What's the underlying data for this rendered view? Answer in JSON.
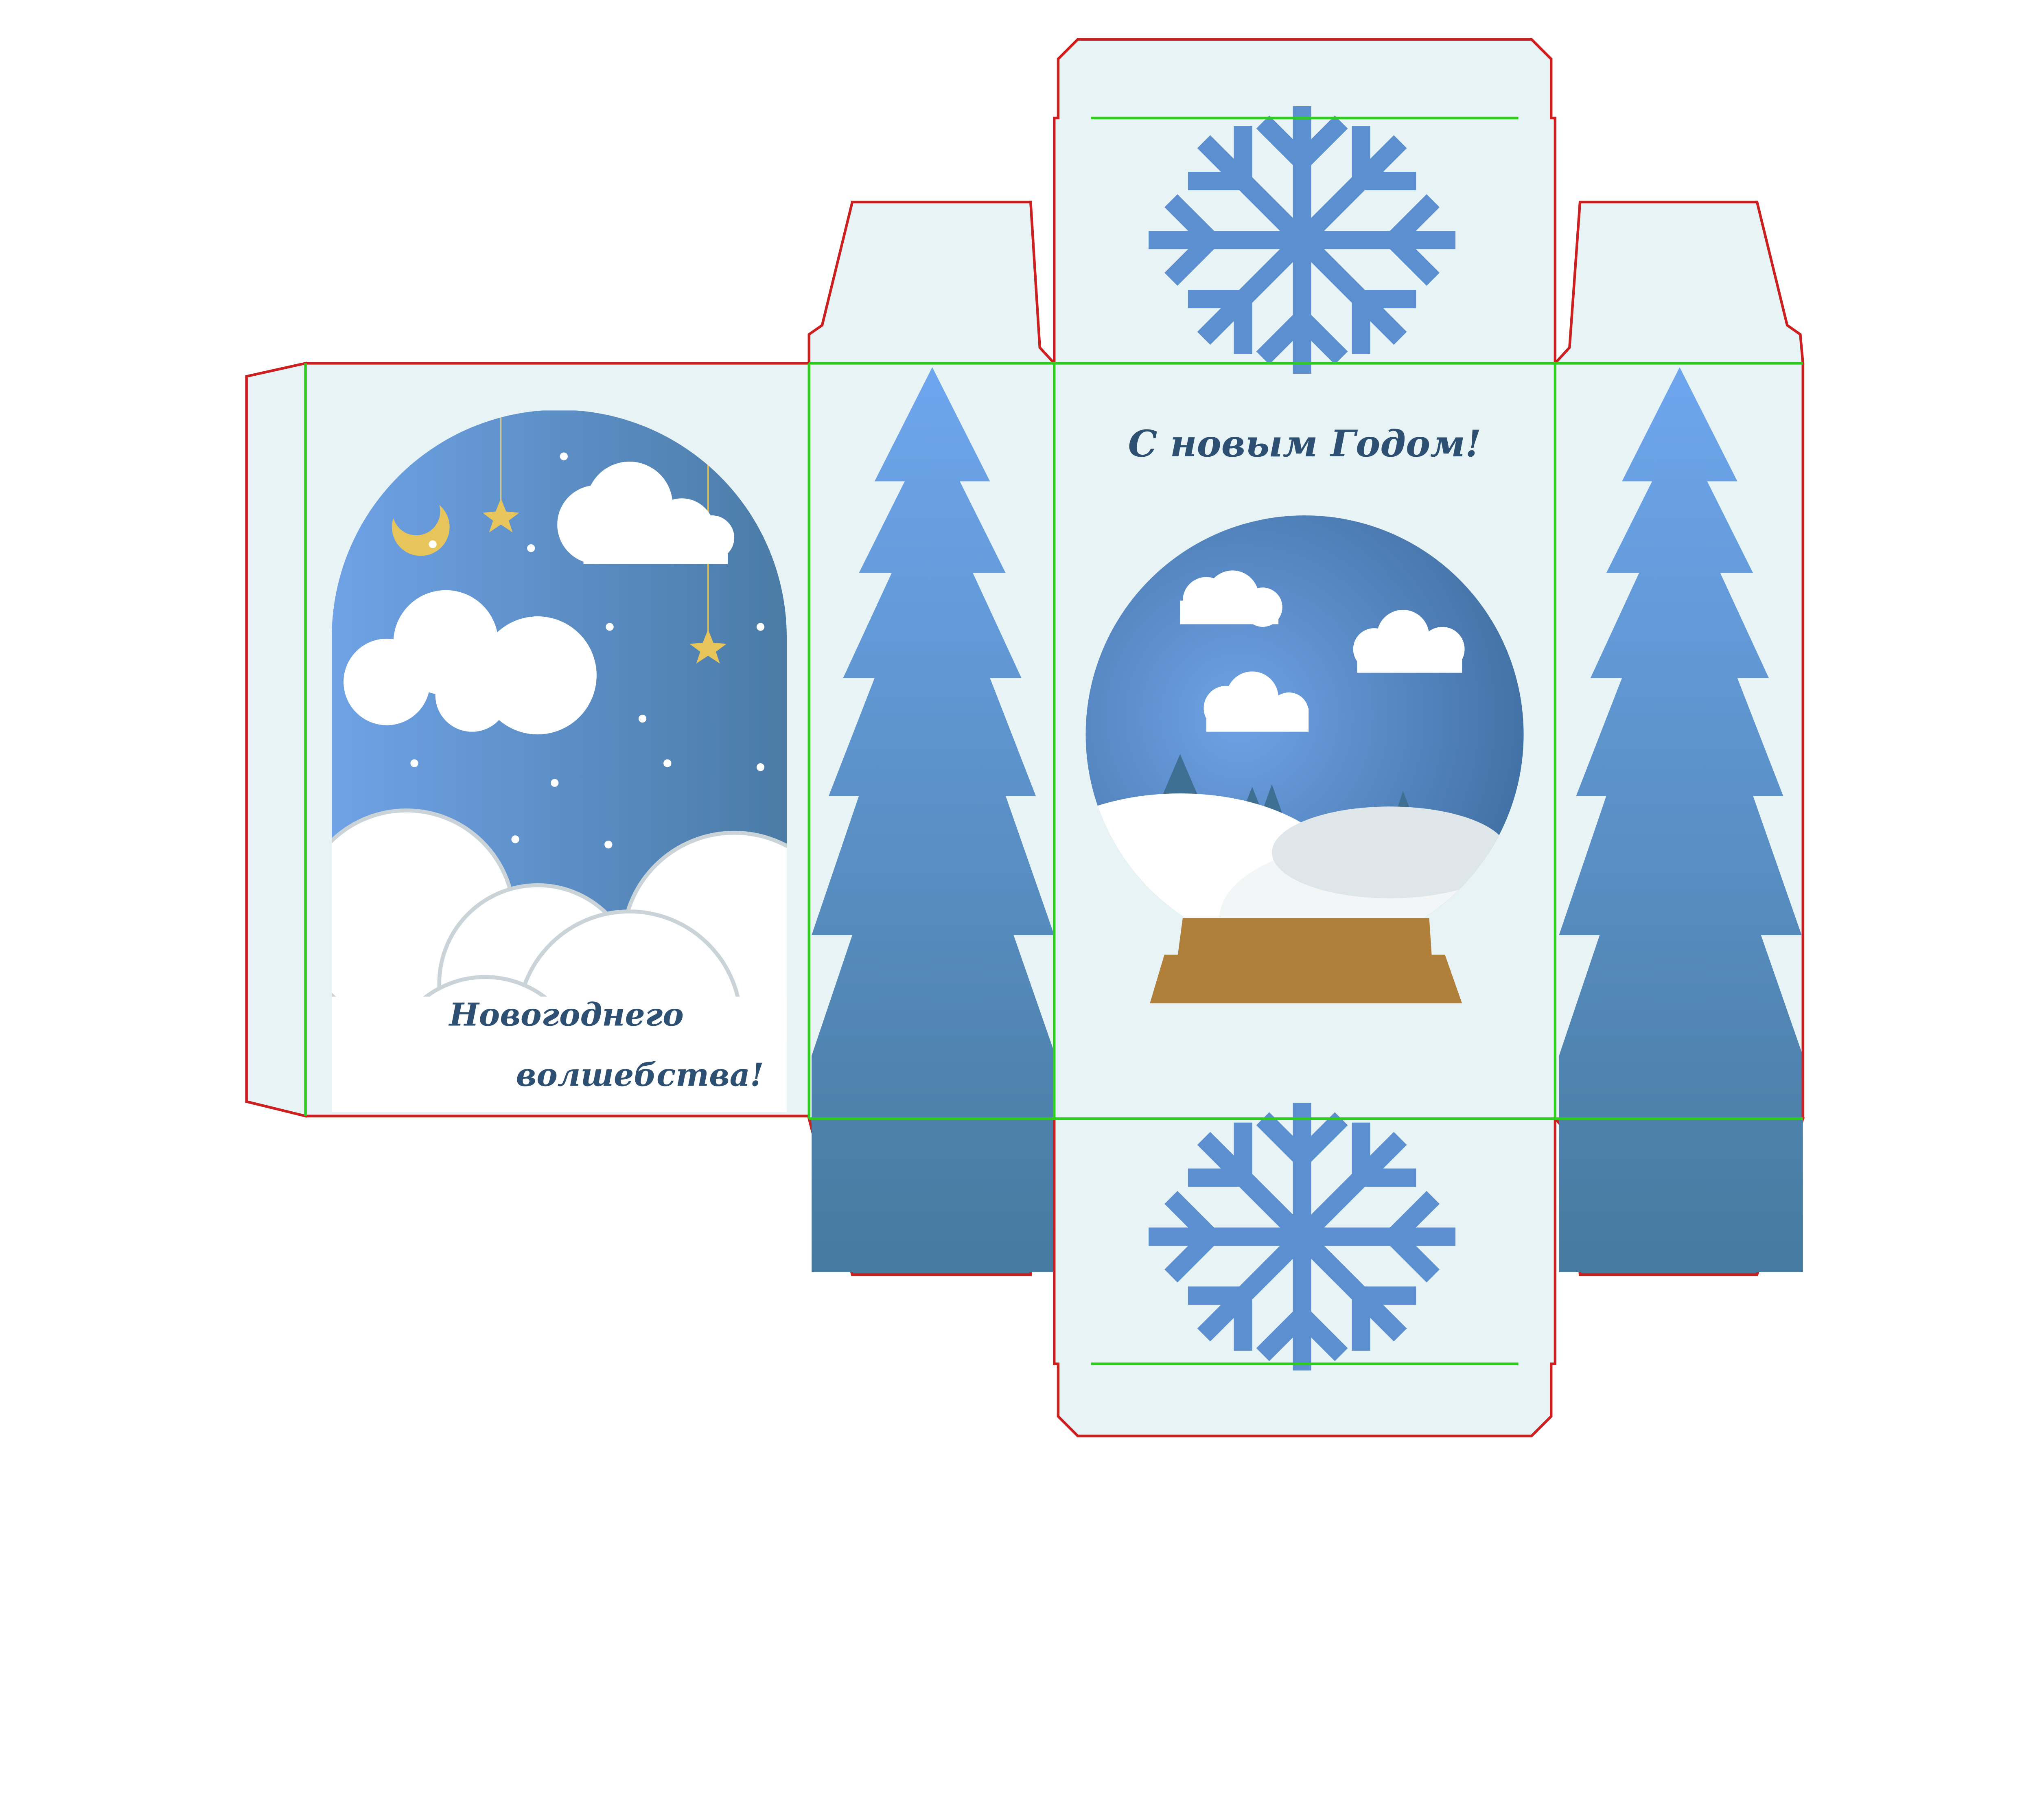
{
  "template": {
    "front_greeting": "С новым Годом!",
    "side_greeting_line1": "Новогоднего",
    "side_greeting_line2": "волшебства!"
  },
  "colors": {
    "panel": "#e8f3f5",
    "cut_line": "#cc1f1f",
    "fold_line": "#2ecc1f",
    "sky_light": "#6fa2e6",
    "sky_dark": "#4a7ba6",
    "tree_top": "#6ea6ee",
    "tree_bottom": "#467a9e",
    "snowflake": "#5b8fd0",
    "globe_base": "#b07f3a",
    "star": "#e8c55a",
    "text": "#2d4f72"
  }
}
